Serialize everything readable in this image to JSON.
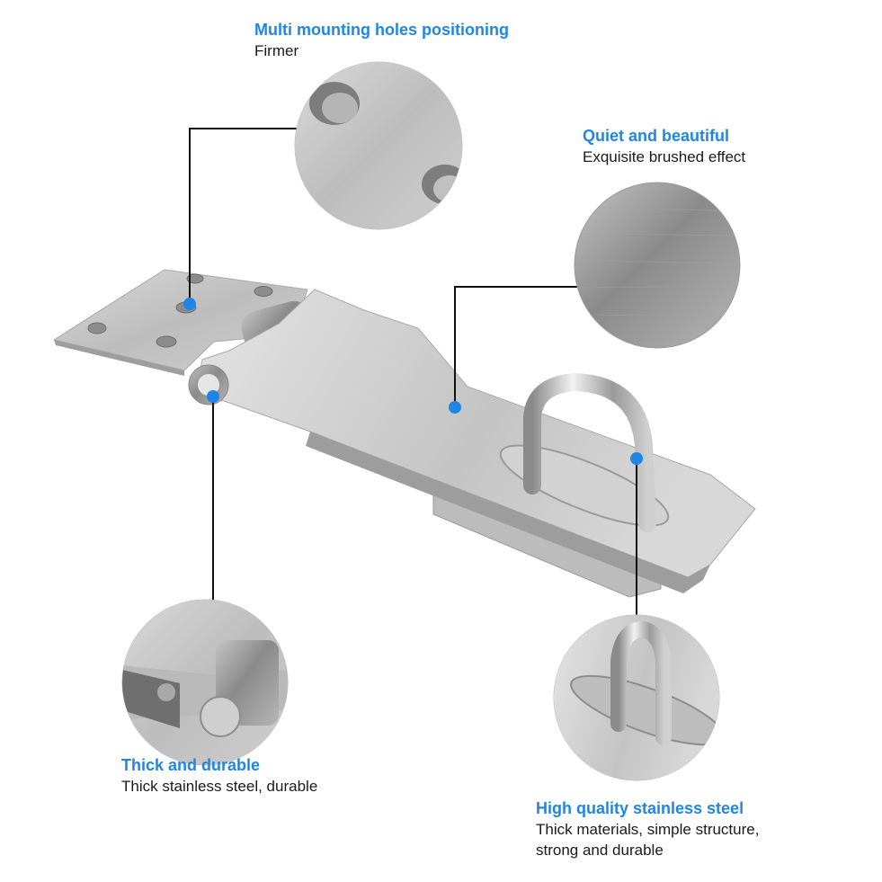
{
  "features": [
    {
      "title": "Multi mounting holes positioning",
      "lines": [
        "Firmer"
      ]
    },
    {
      "title": "Quiet and beautiful",
      "lines": [
        "Exquisite brushed effect"
      ]
    },
    {
      "title": "Thick and durable",
      "lines": [
        "Thick stainless steel, durable"
      ]
    },
    {
      "title": "High quality stainless steel",
      "lines": [
        "Thick materials, simple structure,",
        "strong and durable"
      ]
    }
  ],
  "colors": {
    "accent": "#1f86e6",
    "callout_line": "#111111",
    "marker": "#1f86e6",
    "steel": "#c8c8c8"
  },
  "icons": [
    "marker-dot",
    "closeup-holes",
    "closeup-brushed",
    "closeup-hinge",
    "closeup-staple"
  ]
}
